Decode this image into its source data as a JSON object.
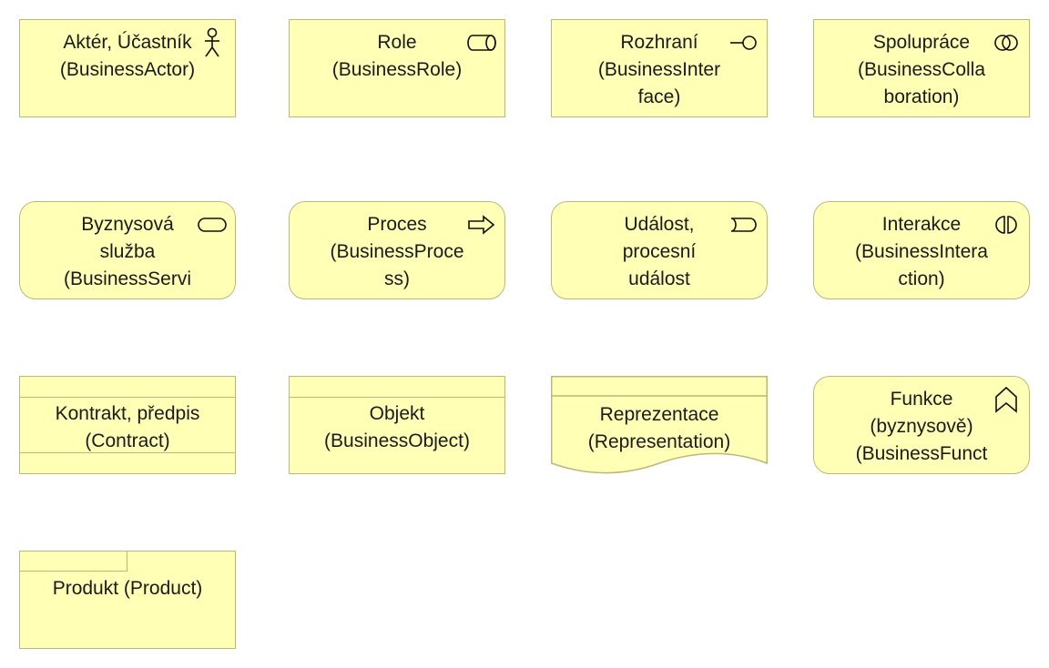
{
  "elements": {
    "actor": {
      "label": "Aktér, Účastník\n(BusinessActor)",
      "icon": "actor-icon"
    },
    "role": {
      "label": "Role\n(BusinessRole)",
      "icon": "role-icon"
    },
    "interface": {
      "label": "Rozhraní\n(BusinessInter\nface)",
      "icon": "interface-icon"
    },
    "collaboration": {
      "label": "Spolupráce\n(BusinessColla\nboration)",
      "icon": "collaboration-icon"
    },
    "service": {
      "label": "Byznysová\nslužba\n(BusinessServi",
      "icon": "service-icon"
    },
    "process": {
      "label": "Proces\n(BusinessProce\nss)",
      "icon": "process-arrow-icon"
    },
    "event": {
      "label": "Událost,\nprocesní\nudálost",
      "icon": "event-icon"
    },
    "interaction": {
      "label": "Interakce\n(BusinessIntera\nction)",
      "icon": "interaction-icon"
    },
    "contract": {
      "label": "Kontrakt, předpis\n(Contract)"
    },
    "object": {
      "label": "Objekt\n(BusinessObject)"
    },
    "representation": {
      "label": "Reprezentace\n(Representation)"
    },
    "function": {
      "label": "Funkce\n(byznysově)\n(BusinessFunct",
      "icon": "function-chevron-icon"
    },
    "product": {
      "label": "Produkt (Product)"
    }
  },
  "colors": {
    "fill": "#ffffb5",
    "stroke": "#b9b97a",
    "text": "#1a1a1a"
  }
}
